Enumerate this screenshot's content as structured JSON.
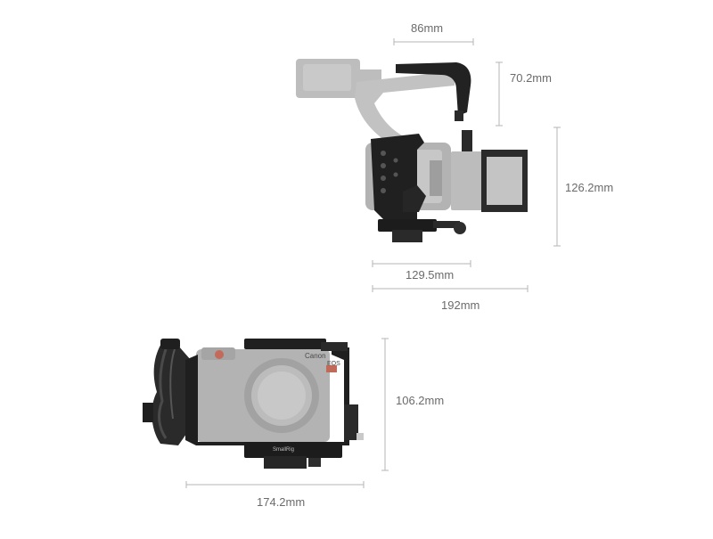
{
  "colors": {
    "background": "#ffffff",
    "dimension_line": "#b5b5b5",
    "dimension_text": "#6b6b6b",
    "camera_body": "#b3b3b3",
    "camera_body_dark": "#9a9a9a",
    "cage_black": "#1f1f1f",
    "cage_dark": "#2c2c2c"
  },
  "top_view": {
    "width_handle": "86mm",
    "height_handle": "70.2mm",
    "height_total": "126.2mm",
    "width_cage": "129.5mm",
    "width_total": "192mm"
  },
  "side_view": {
    "height": "106.2mm",
    "width": "174.2mm",
    "brand_mark": "Canon",
    "model_mark": "EOS",
    "plate_logo": "SmallRig"
  },
  "icons": [
    "camera-cage-top-view",
    "camera-cage-side-view",
    "hand-strap"
  ]
}
